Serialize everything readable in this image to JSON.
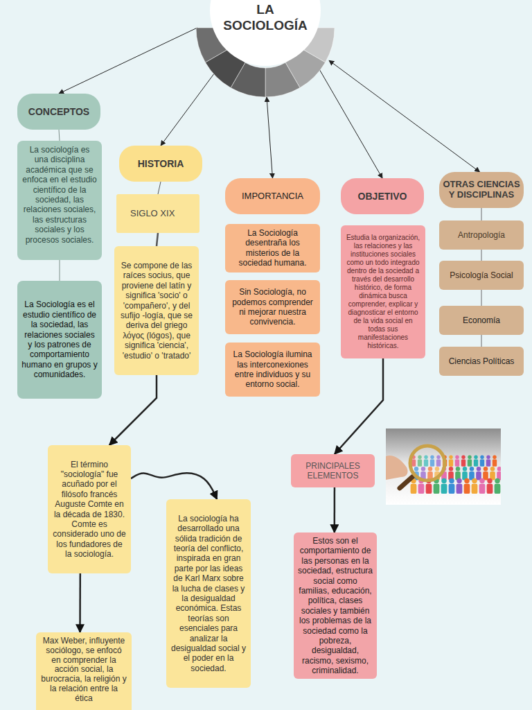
{
  "diagram": {
    "nodes": [
      {
        "text": [
          "LA SOCIOLOGÍA"
        ]
      },
      {
        "text": [
          "CONCEPTOS"
        ]
      },
      {
        "text": [
          "La sociología es una disciplina académica que se enfoca en el estudio científico de la sociedad, las relaciones sociales, las estructuras sociales y los procesos sociales."
        ]
      },
      {
        "text": [
          "La Sociología es el estudio científico de la sociedad, las relaciones sociales y los patrones de comportamiento humano en grupos y comunidades."
        ]
      },
      {
        "text": [
          "HISTORIA"
        ]
      },
      {
        "text": [
          "SIGLO XIX"
        ]
      },
      {
        "text": [
          "Se compone de las raíces socius, que proviene del latín y significa 'socio' o 'compañero', y del sufijo -logía, que se deriva del griego λόγος (lógos), que significa 'ciencia', 'estudio' o 'tratado'"
        ]
      },
      {
        "text": [
          "IMPORTANCIA"
        ]
      },
      {
        "text": [
          "La Sociología desentraña los misterios de la sociedad humana."
        ]
      },
      {
        "text": [
          "Sin Sociología, no podemos comprender ni mejorar nuestra convivencia."
        ]
      },
      {
        "text": [
          "La Sociología ilumina las interconexiones entre individuos y su entorno social."
        ]
      },
      {
        "text": [
          "OBJETIVO"
        ]
      },
      {
        "text": [
          "Estudia la organización, las relaciones y las instituciones sociales como un todo integrado dentro de la sociedad a través del desarrollo histórico, de forma dinámica busca comprender, explicar y diagnosticar el entorno de la vida social en todas sus manifestaciones históricas."
        ]
      },
      {
        "text": [
          "OTRAS CIENCIAS Y DISCIPLINAS"
        ]
      },
      {
        "text": [
          "Antropología"
        ]
      },
      {
        "text": [
          "Psicología Social"
        ]
      },
      {
        "text": [
          "Economía"
        ]
      },
      {
        "text": [
          "Ciencias Políticas"
        ]
      },
      {
        "text": [
          "El término \"sociología\" fue acuñado por el filósofo francés Auguste Comte en la década de 1830. Comte es considerado uno de los fundadores de la sociología."
        ]
      },
      {
        "text": [
          "La sociología ha desarrollado una sólida tradición de teoría del conflicto, inspirada en gran parte por las ideas de Karl Marx sobre la lucha de clases y la desigualdad económica. Estas teorías son esenciales para analizar la desigualdad social y el poder en la sociedad."
        ]
      },
      {
        "text": [
          "Max Weber, influyente sociólogo, se enfocó en comprender la acción social, la burocracia, la religión y la relación entre la ética"
        ]
      },
      {
        "text": [
          "PRINCIPALES ELEMENTOS"
        ]
      },
      {
        "text": [
          "Estos son el comportamiento de las personas en la sociedad, estructura social como familias, educación, política, clases sociales y también los problemas de la sociedad como la pobreza, desigualdad, racismo, sexismo, criminalidad."
        ]
      }
    ],
    "edges": [
      {
        "from": 0,
        "to": 1,
        "arrow": "to"
      },
      {
        "from": 0,
        "to": 4,
        "arrow": "to"
      },
      {
        "from": 0,
        "to": 7,
        "arrow": "both"
      },
      {
        "from": 0,
        "to": 11,
        "arrow": "to"
      },
      {
        "from": 0,
        "to": 13,
        "arrow": "both"
      },
      {
        "from": 1,
        "to": 2,
        "arrow": "none"
      },
      {
        "from": 2,
        "to": 3,
        "arrow": "none"
      },
      {
        "from": 4,
        "to": 5,
        "arrow": "none"
      },
      {
        "from": 5,
        "to": 6,
        "arrow": "none"
      },
      {
        "from": 13,
        "to": 14,
        "arrow": "none"
      },
      {
        "from": 14,
        "to": 15,
        "arrow": "none"
      },
      {
        "from": 15,
        "to": 16,
        "arrow": "none"
      },
      {
        "from": 16,
        "to": 17,
        "arrow": "none"
      },
      {
        "from": 6,
        "to": 18,
        "arrow": "to"
      },
      {
        "from": 18,
        "to": 19,
        "arrow": "to"
      },
      {
        "from": 18,
        "to": 20,
        "arrow": "to"
      },
      {
        "from": 12,
        "to": 21,
        "arrow": "to"
      },
      {
        "from": 21,
        "to": 22,
        "arrow": "to"
      }
    ]
  }
}
